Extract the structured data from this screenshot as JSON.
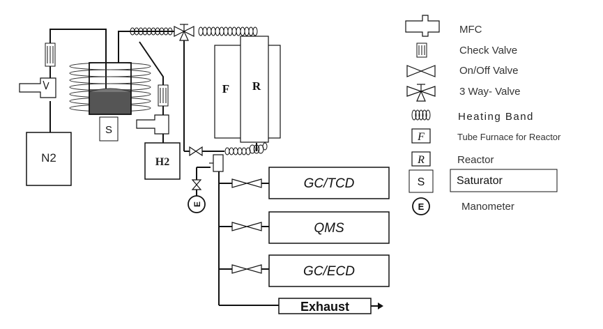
{
  "diagram": {
    "boxes": {
      "n2": "N2",
      "h2": "H2",
      "furnace_label": "F",
      "reactor_label": "R",
      "saturator_label": "S",
      "manometer_label": "E",
      "gc_tcd": "GC/TCD",
      "qms": "QMS",
      "gc_ecd": "GC/ECD",
      "exhaust": "Exhaust"
    }
  },
  "legend": {
    "items": [
      {
        "icon": "mfc-icon",
        "label": "MFC"
      },
      {
        "icon": "check-valve-icon",
        "label": "Check Valve"
      },
      {
        "icon": "on-off-valve-icon",
        "label": "On/Off Valve"
      },
      {
        "icon": "three-way-valve-icon",
        "label": "3 Way- Valve"
      },
      {
        "icon": "heating-band-icon",
        "label": "Heating Band"
      },
      {
        "icon": "tube-furnace-icon",
        "symbol": "F",
        "label": "Tube Furnace for Reactor"
      },
      {
        "icon": "reactor-icon",
        "symbol": "R",
        "label": "Reactor"
      },
      {
        "icon": "saturator-icon",
        "symbol": "S",
        "label": "Saturator"
      },
      {
        "icon": "manometer-icon",
        "symbol": "E",
        "label": "Manometer"
      }
    ]
  }
}
